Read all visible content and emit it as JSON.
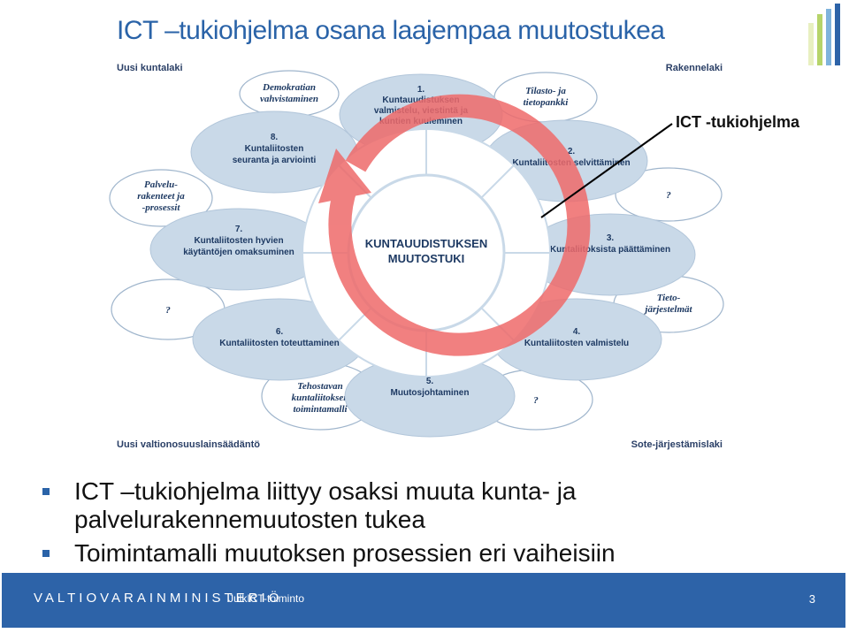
{
  "title": "ICT –tukiohjelma osana laajempaa muutostukea",
  "ict_callout": "ICT -tukiohjelma",
  "diagram": {
    "corners": {
      "top_left": "Uusi kuntalaki",
      "top_right": "Rakennelaki",
      "bottom_left": "Uusi valtionosuuslainsäädäntö",
      "bottom_right": "Sote-järjestämislaki"
    },
    "center": [
      "KUNTAUUDISTUKSEN",
      "MUUTOSTUKI"
    ],
    "stages": [
      {
        "num": "1.",
        "lines": [
          "Kuntauudistuksen",
          "valmistelu, viestintä ja",
          "kuntien kuuleminen"
        ]
      },
      {
        "num": "2.",
        "lines": [
          "Kuntaliitosten selvittäminen"
        ]
      },
      {
        "num": "3.",
        "lines": [
          "Kuntaliitoksista päättäminen"
        ]
      },
      {
        "num": "4.",
        "lines": [
          "Kuntaliitosten valmistelu"
        ]
      },
      {
        "num": "5.",
        "lines": [
          "Muutosjohtaminen"
        ]
      },
      {
        "num": "6.",
        "lines": [
          "Kuntaliitosten toteuttaminen"
        ]
      },
      {
        "num": "7.",
        "lines": [
          "Kuntaliitosten hyvien",
          "käytäntöjen omaksuminen"
        ]
      },
      {
        "num": "8.",
        "lines": [
          "Kuntaliitosten",
          "seuranta ja arviointi"
        ]
      }
    ],
    "externals": [
      {
        "lines": [
          "Demokratian",
          "vahvistaminen"
        ]
      },
      {
        "lines": [
          "Tilasto- ja",
          "tietopankki"
        ]
      },
      {
        "lines": [
          "?"
        ]
      },
      {
        "lines": [
          "Tieto-",
          "järjestelmät"
        ]
      },
      {
        "lines": [
          "?"
        ]
      },
      {
        "lines": [
          "Tehostavan",
          "kuntaliitoksen",
          "toimintamalli"
        ]
      },
      {
        "lines": [
          "?"
        ]
      },
      {
        "lines": [
          "Palvelu-",
          "rakenteet ja",
          "-prosessit"
        ]
      }
    ]
  },
  "bullets": [
    "ICT –tukiohjelma liittyy osaksi muuta kunta- ja palvelurakennemuutosten tukea",
    "Toimintamalli muutoksen prosessien eri vaiheisiin"
  ],
  "footer": {
    "ministry": "VALTIOVARAINMINISTERIÖ",
    "section": "JulkICT-toiminto",
    "page": "3"
  },
  "colors": {
    "brand_blue": "#2d63a8",
    "arrow_red": "#ee6a6a",
    "stage_fill": "#c9d9e8"
  }
}
